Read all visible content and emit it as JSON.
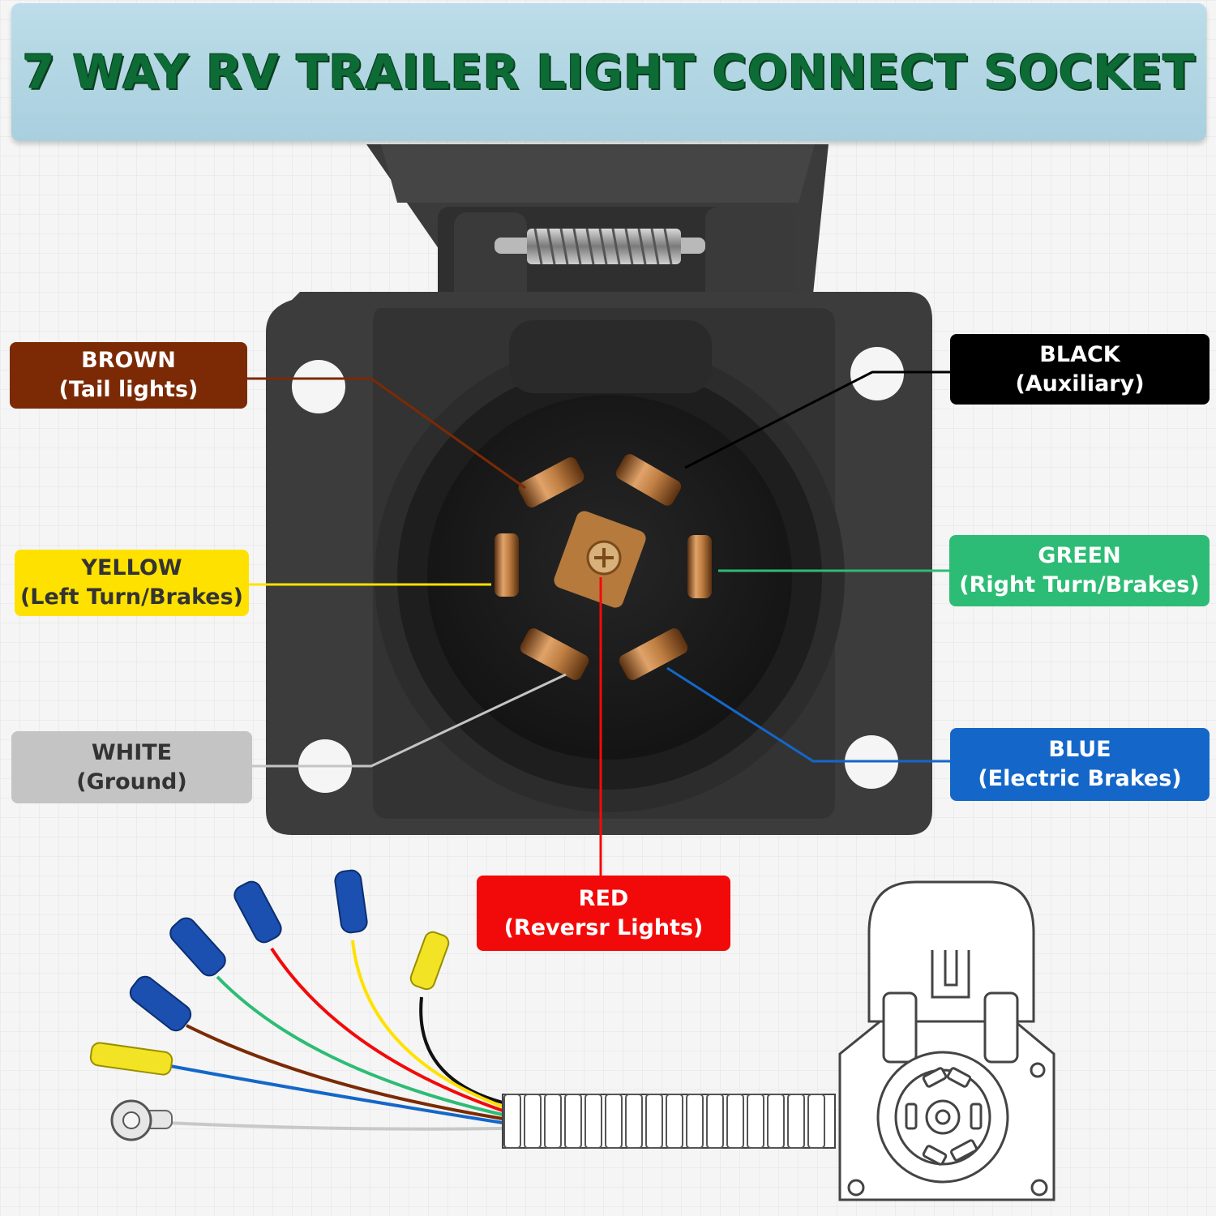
{
  "title": "7 WAY RV TRAILER LIGHT CONNECT SOCKET",
  "wires": [
    {
      "id": "brown",
      "color_name": "BROWN",
      "function": "(Tail lights)",
      "color": "#7b2a05"
    },
    {
      "id": "yellow",
      "color_name": "YELLOW",
      "function": "(Left Turn/Brakes)",
      "color": "#ffe100"
    },
    {
      "id": "white",
      "color_name": "WHITE",
      "function": "(Ground)",
      "color": "#c4c4c4"
    },
    {
      "id": "black",
      "color_name": "BLACK",
      "function": "(Auxiliary)",
      "color": "#000000"
    },
    {
      "id": "green",
      "color_name": "GREEN",
      "function": "(Right Turn/Brakes)",
      "color": "#2dbc75"
    },
    {
      "id": "blue",
      "color_name": "BLUE",
      "function": "(Electric Brakes)",
      "color": "#1467c9"
    },
    {
      "id": "red",
      "color_name": "RED",
      "function": "(Reversr Lights)",
      "color": "#f20a0a"
    }
  ]
}
